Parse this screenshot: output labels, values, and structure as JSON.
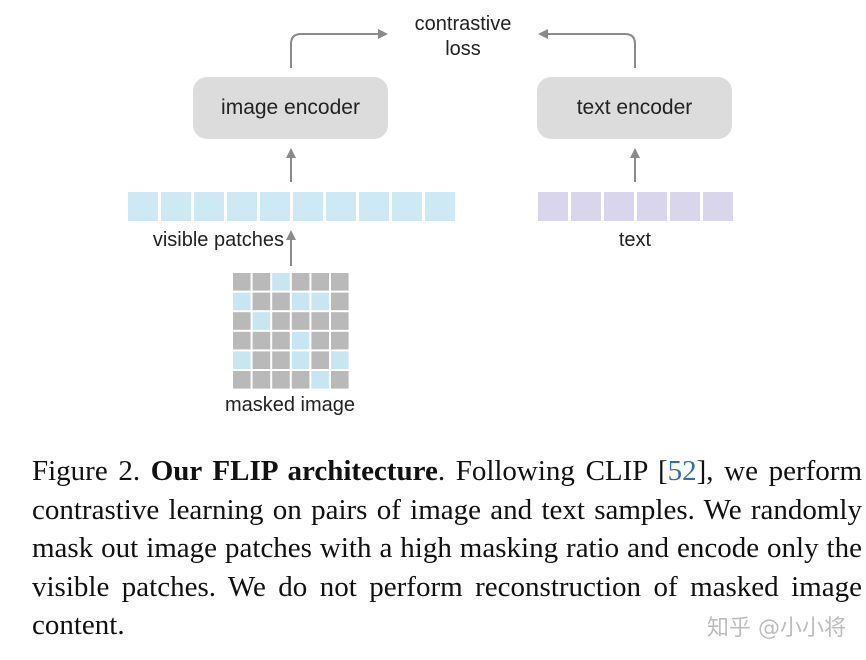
{
  "diagram": {
    "loss_label": [
      "contrastive",
      "loss"
    ],
    "image_encoder_label": "image encoder",
    "text_encoder_label": "text encoder",
    "visible_patches_label": "visible patches",
    "text_label": "text",
    "masked_image_label": "masked image",
    "visible_patch_count": 10,
    "text_token_count": 6,
    "mask_grid_rows": 6,
    "mask_grid_cols": 6,
    "colors": {
      "encoder_box": "#dcdcdc",
      "visible_patch": "#cde9f4",
      "text_token": "#d9d5ec",
      "masked_patch": "#b9b9b9",
      "unmasked_patch": "#c6e6f2",
      "arrow": "#8a8a8a"
    }
  },
  "caption": {
    "prefix": "Figure 2.",
    "title": "Our FLIP architecture",
    "text_before_cite": ". Following CLIP [",
    "cite": "52",
    "text_after_cite": "], we perform contrastive learning on pairs of image and text samples. We randomly mask out image patches with a high masking ratio and encode only the visible patches. We do not perform reconstruction of masked image content."
  },
  "watermark": "知乎 @小小将"
}
